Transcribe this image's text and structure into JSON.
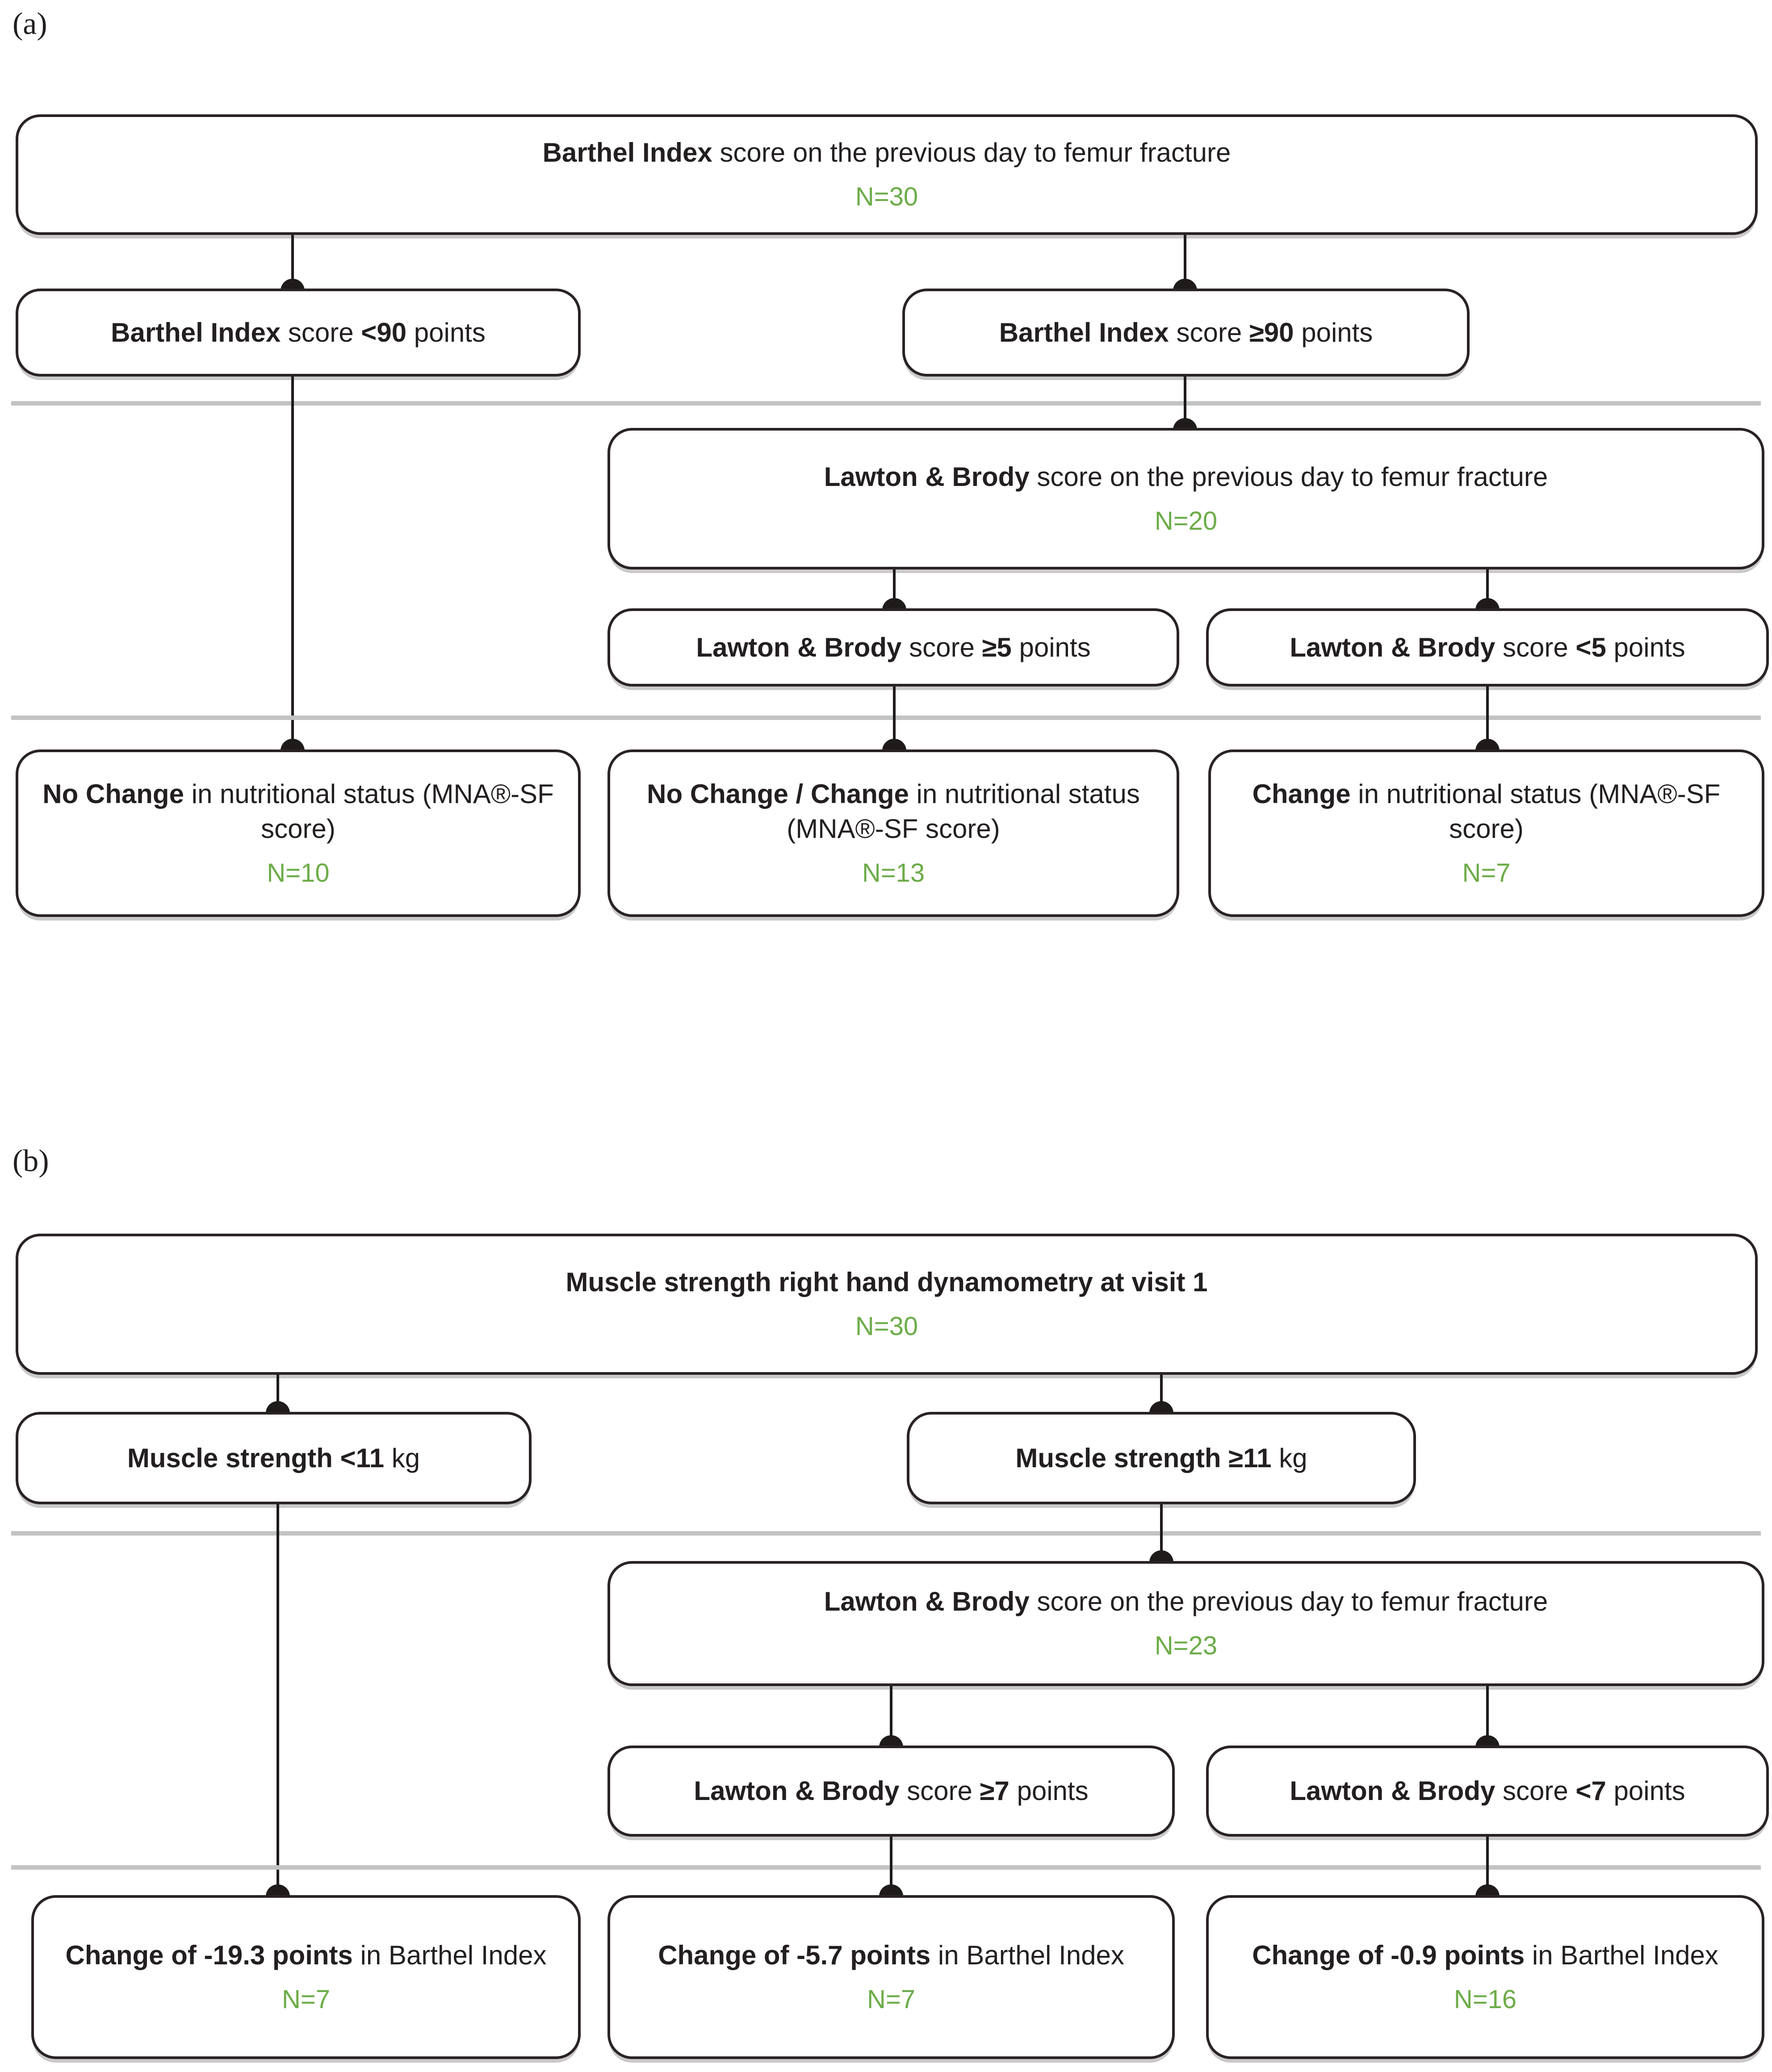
{
  "figure": {
    "panel_a_label": "(a)",
    "panel_b_label": "(b)",
    "colors": {
      "n_green": "#6dac49",
      "text": "#231f20",
      "divider_gray": "#c3c3c5"
    }
  },
  "a": {
    "root": {
      "bold": "Barthel Index",
      "rest": " score on the previous day to femur fracture",
      "n": "N=30"
    },
    "lt90": {
      "bold": "Barthel Index",
      "reg1": " score ",
      "bold2": "<90",
      "reg2": " points"
    },
    "ge90": {
      "bold": "Barthel Index",
      "reg1": " score ",
      "bold2": "≥90",
      "reg2": " points"
    },
    "lawton": {
      "bold": "Lawton & Brody",
      "rest": " score on the previous day to femur fracture",
      "n": "N=20"
    },
    "ge5": {
      "bold": "Lawton & Brody",
      "reg1": " score ",
      "bold2": "≥5",
      "reg2": " points"
    },
    "lt5": {
      "bold": "Lawton & Brody",
      "reg1": " score ",
      "bold2": "<5",
      "reg2": " points"
    },
    "no_change": {
      "bold": "No Change",
      "rest": " in nutritional status (MNA®-SF score)",
      "n": "N=10"
    },
    "no_change_change": {
      "bold": "No Change / Change",
      "rest": " in nutritional status (MNA®-SF score)",
      "n": "N=13"
    },
    "change": {
      "bold": "Change",
      "rest": " in nutritional status (MNA®-SF score)",
      "n": "N=7"
    }
  },
  "b": {
    "root": {
      "bold": "Muscle strength right hand dynamometry at visit 1",
      "n": "N=30"
    },
    "lt11": {
      "bold": "Muscle strength <11",
      "reg2": " kg"
    },
    "ge11": {
      "bold": "Muscle strength ≥11",
      "reg2": " kg"
    },
    "lawton": {
      "bold": "Lawton & Brody",
      "rest": " score on the previous day to femur fracture",
      "n": "N=23"
    },
    "ge7": {
      "bold": "Lawton & Brody",
      "reg1": " score ",
      "bold2": "≥7",
      "reg2": " points"
    },
    "lt7": {
      "bold": "Lawton & Brody",
      "reg1": " score ",
      "bold2": "<7",
      "reg2": " points"
    },
    "chg193": {
      "bold": "Change of -19.3 points",
      "rest": " in Barthel Index",
      "n": "N=7"
    },
    "chg57": {
      "bold": "Change of -5.7 points",
      "rest": " in Barthel Index",
      "n": "N=7"
    },
    "chg09": {
      "bold": "Change of -0.9 points",
      "rest": " in Barthel Index",
      "n": "N=16"
    }
  }
}
